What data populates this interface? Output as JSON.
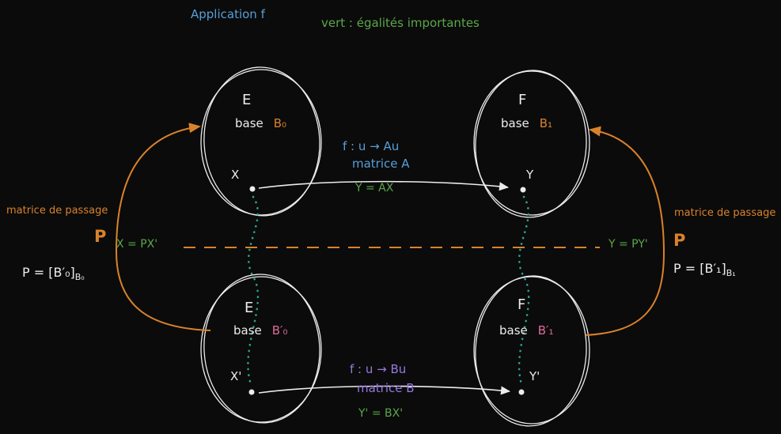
{
  "colors": {
    "bg": "#0b0b0b",
    "ink": "#ececec",
    "blue": "#569fd8",
    "green": "#5aa848",
    "orange": "#d9822b",
    "pink": "#dd6a9a",
    "purple": "#9878e0",
    "teal": "#2fa18c"
  },
  "header": {
    "app_label": "Application f",
    "legend": "vert : égalités importantes"
  },
  "sets": {
    "top_left": {
      "name": "E",
      "base_word": "base",
      "basis": "B₀",
      "point": "X"
    },
    "top_right": {
      "name": "F",
      "base_word": "base",
      "basis": "B₁",
      "point": "Y"
    },
    "bottom_left": {
      "name": "E",
      "base_word": "base",
      "basis": "B′₀",
      "point": "X'"
    },
    "bottom_right": {
      "name": "F",
      "base_word": "base",
      "basis": "B′₁",
      "point": "Y'"
    }
  },
  "maps": {
    "top": {
      "rule": "f : u → Au",
      "matrix_label": "matrice A",
      "equation": "Y = AX"
    },
    "bottom": {
      "rule": "f : u → Bu",
      "matrix_label": "matrice B",
      "equation": "Y' = BX'"
    }
  },
  "passage": {
    "left": {
      "label": "matrice de passage",
      "symbol": "P",
      "equation": "X = PX'",
      "formula_main": "P = [B′₀]",
      "formula_sub": "B₀"
    },
    "right": {
      "label": "matrice de passage",
      "symbol": "P",
      "equation": "Y = PY'",
      "formula_main": "P = [B′₁]",
      "formula_sub": "B₁"
    }
  }
}
